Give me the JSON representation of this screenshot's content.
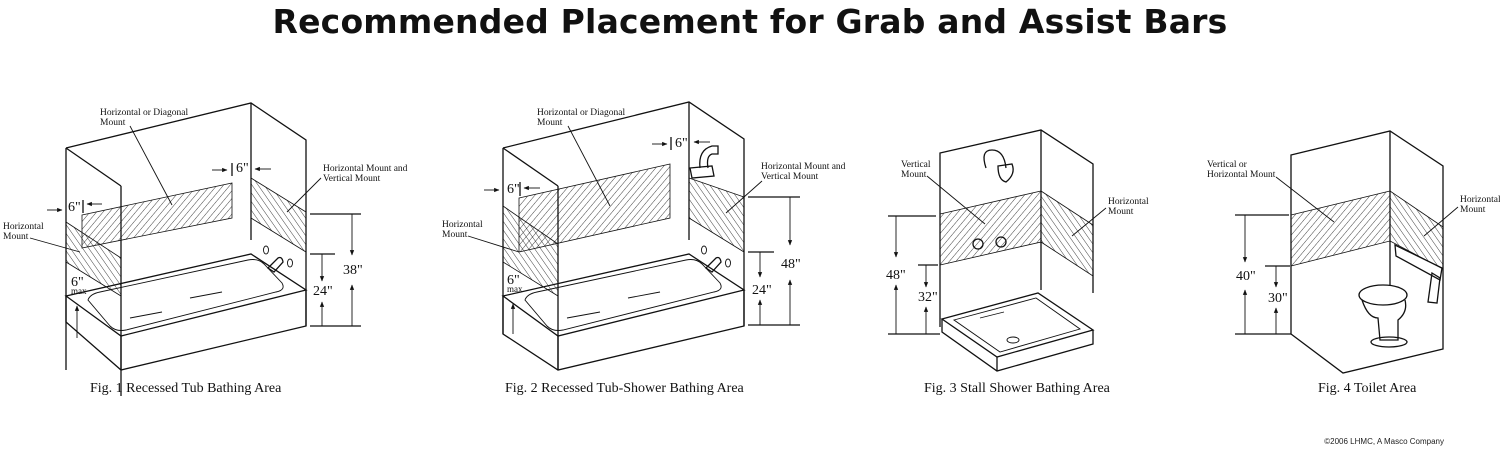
{
  "title": "Recommended Placement for Grab and Assist Bars",
  "figures": [
    {
      "caption": "Fig. 1 Recessed Tub Bathing Area",
      "labels": {
        "back_wall": "Horizontal or Diagonal Mount",
        "back_wall_l1": "Horizontal or Diagonal",
        "back_wall_l2": "Mount",
        "side_wall_l1": "Horizontal Mount and",
        "side_wall_l2": "Vertical Mount",
        "end_wall_l1": "Horizontal",
        "end_wall_l2": "Mount"
      },
      "dimensions": {
        "left_offset": "6\"",
        "right_offset": "6\"",
        "bottom_offset": "6\"",
        "bottom_offset_note": "max",
        "lower_height": "24\"",
        "upper_height": "38\""
      }
    },
    {
      "caption": "Fig. 2 Recessed Tub-Shower Bathing Area",
      "labels": {
        "back_wall_l1": "Horizontal or Diagonal",
        "back_wall_l2": "Mount",
        "side_wall_l1": "Horizontal Mount and",
        "side_wall_l2": "Vertical Mount",
        "end_wall_l1": "Horizontal",
        "end_wall_l2": "Mount"
      },
      "dimensions": {
        "left_offset": "6\"",
        "right_offset": "6\"",
        "bottom_offset": "6\"",
        "bottom_offset_note": "max",
        "lower_height": "24\"",
        "upper_height": "48\""
      }
    },
    {
      "caption": "Fig. 3 Stall Shower Bathing Area",
      "labels": {
        "back_wall_l1": "Vertical",
        "back_wall_l2": "Mount",
        "side_wall_l1": "Horizontal",
        "side_wall_l2": "Mount"
      },
      "dimensions": {
        "upper_height": "48\"",
        "lower_height": "32\""
      }
    },
    {
      "caption": "Fig. 4 Toilet Area",
      "labels": {
        "back_wall_l1": "Vertical or",
        "back_wall_l2": "Horizontal Mount",
        "side_wall_l1": "Horizontal",
        "side_wall_l2": "Mount"
      },
      "dimensions": {
        "upper_height": "40\"",
        "lower_height": "30\""
      }
    }
  ],
  "copyright": "©2006 LHMC, A Masco Company"
}
